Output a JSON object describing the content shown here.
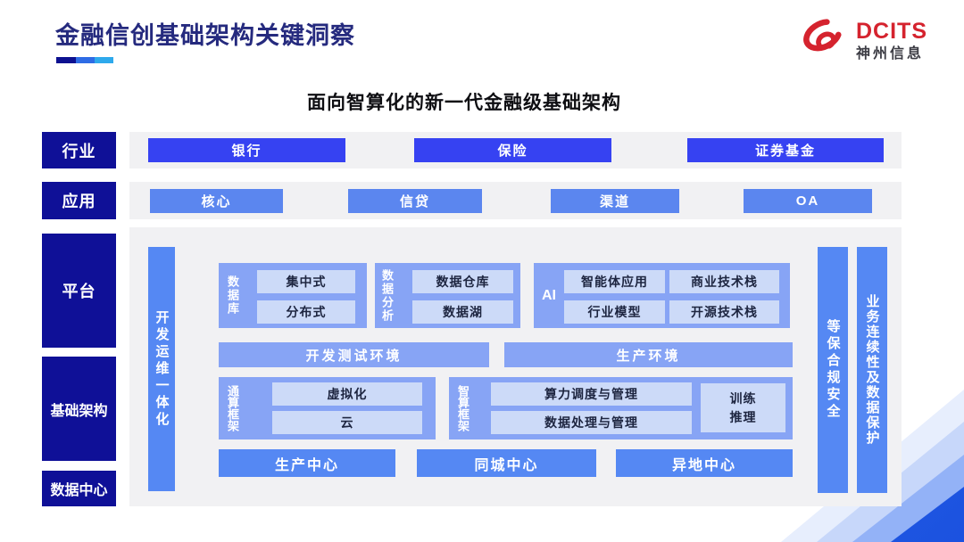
{
  "header": {
    "title": "金融信创基础架构关键洞察",
    "logo": {
      "brand": "DCITS",
      "company": "神州信息"
    }
  },
  "diagram": {
    "subtitle": "面向智算化的新一代金融级基础架构",
    "rails": [
      "行业",
      "应用",
      "平台",
      "基础架构",
      "数据中心"
    ],
    "industry": [
      "银行",
      "保险",
      "证券基金"
    ],
    "applications": [
      "核心",
      "信贷",
      "渠道",
      "OA"
    ],
    "devops_bar": "开发运维一体化",
    "platform": {
      "database": {
        "label": "数据库",
        "items": [
          "集中式",
          "分布式"
        ]
      },
      "analytics": {
        "label": "数据分析",
        "items": [
          "数据仓库",
          "数据湖"
        ]
      },
      "ai": {
        "label": "AI",
        "items": [
          "智能体应用",
          "商业技术栈",
          "行业模型",
          "开源技术栈"
        ]
      },
      "environments": [
        "开发测试环境",
        "生产环境"
      ]
    },
    "infrastructure": {
      "general_compute": {
        "label": "通算框架",
        "items": [
          "虚拟化",
          "云"
        ]
      },
      "ai_compute": {
        "label": "智算框架",
        "items": [
          "算力调度与管理",
          "数据处理与管理"
        ],
        "side": "训练\n推理"
      }
    },
    "data_centers": [
      "生产中心",
      "同城中心",
      "异地中心"
    ],
    "right_bars": [
      "等保合规安全",
      "业务连续性及数据保护"
    ]
  },
  "colors": {
    "rail_navy": "#0f1097",
    "industry_blue": "#3642f2",
    "application_blue": "#5b86ef",
    "panel_blue": "#87a4f5",
    "chip_blue": "#ccdaf8",
    "bar_blue": "#5588f3",
    "canvas_gray": "#f1f1f3",
    "title_navy": "#252a7e",
    "underline_segments": [
      "#0d1190",
      "#2e6ce5",
      "#2ea9ec"
    ],
    "logo_red": "#d5232e"
  }
}
